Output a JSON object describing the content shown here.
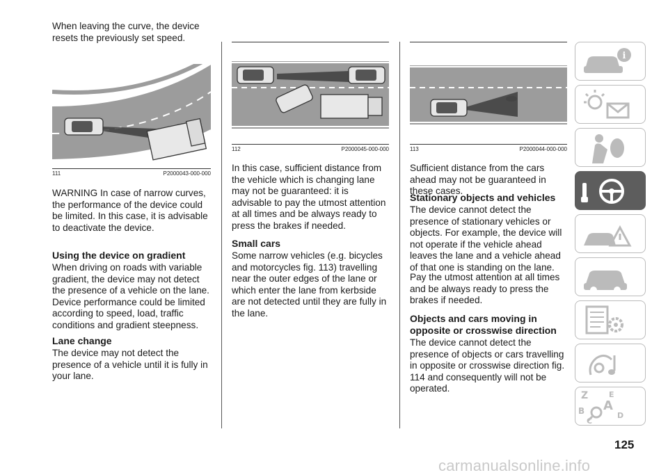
{
  "col1": {
    "intro": "When leaving the curve, the device resets the previously set speed.",
    "fig111": {
      "num": "111",
      "code": "P2000043-000-000"
    },
    "warning": "WARNING In case of narrow curves, the performance of the device could be limited. In this case, it is advisable to deactivate the device.",
    "h_gradient": "Using the device on gradient",
    "p_gradient": "When driving on roads with variable gradient, the device may not detect the presence of a vehicle on the lane. Device performance could be limited according to speed, load, traffic conditions and gradient steepness.",
    "h_lane": "Lane change",
    "p_lane": "The device may not detect the presence of a vehicle until it is fully in your lane."
  },
  "col2": {
    "fig112": {
      "num": "112",
      "code": "P2000045-000-000"
    },
    "p1": "In this case, sufficient distance from the vehicle which is changing lane may not be guaranteed: it is advisable to pay the utmost attention at all times and be always ready to press the brakes if needed.",
    "h_small": "Small cars",
    "p_small": "Some narrow vehicles (e.g. bicycles and motorcycles fig. 113) travelling near the outer edges of the lane or which enter the lane from kerbside are not detected until they are fully in the lane."
  },
  "col3": {
    "fig113": {
      "num": "113",
      "code": "P2000044-000-000"
    },
    "p1": "Sufficient distance from the cars ahead may not be guaranteed in these cases.",
    "h_stationary": "Stationary objects and vehicles",
    "p_stationary": "The device cannot detect the presence of stationary vehicles or objects. For example, the device will not operate if the vehicle ahead leaves the lane and a vehicle ahead of that one is standing on the lane.",
    "p_pay": "Pay the utmost attention at all times and be always ready to press the brakes if needed.",
    "h_opposite": "Objects and cars moving in opposite or crosswise direction",
    "p_opposite": "The device cannot detect the presence of objects or cars travelling in opposite or crosswise direction fig. 114 and consequently will not be operated."
  },
  "tabs": [
    {
      "icon": "car-info-icon"
    },
    {
      "icon": "warning-lights-icon"
    },
    {
      "icon": "safety-airbag-icon"
    },
    {
      "icon": "key-steering-wheel-icon",
      "active": true
    },
    {
      "icon": "emergency-triangle-icon"
    },
    {
      "icon": "car-maintenance-icon"
    },
    {
      "icon": "technical-data-icon"
    },
    {
      "icon": "multimedia-icon"
    },
    {
      "icon": "alphabetical-index-icon"
    }
  ],
  "page_number": "125",
  "watermark": "carmanualsonline.info"
}
